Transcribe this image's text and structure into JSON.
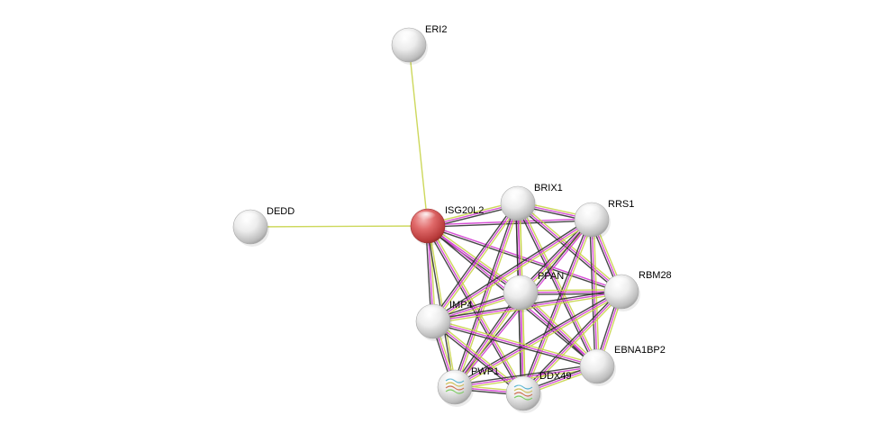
{
  "network": {
    "query_protein": "ISG20L2",
    "query_color": "#d94a4a",
    "node_color": "#e8e8e8",
    "nodes": [
      {
        "id": "ISG20L2",
        "label": "ISG20L2",
        "query": true,
        "structure": false
      },
      {
        "id": "ERI2",
        "label": "ERI2",
        "query": false,
        "structure": false
      },
      {
        "id": "DEDD",
        "label": "DEDD",
        "query": false,
        "structure": false
      },
      {
        "id": "BRIX1",
        "label": "BRIX1",
        "query": false,
        "structure": false
      },
      {
        "id": "RRS1",
        "label": "RRS1",
        "query": false,
        "structure": false
      },
      {
        "id": "PPAN",
        "label": "PPAN",
        "query": false,
        "structure": false
      },
      {
        "id": "RBM28",
        "label": "RBM28",
        "query": false,
        "structure": false
      },
      {
        "id": "IMP4",
        "label": "IMP4",
        "query": false,
        "structure": false
      },
      {
        "id": "EBNA1BP2",
        "label": "EBNA1BP2",
        "query": false,
        "structure": false
      },
      {
        "id": "PWP1",
        "label": "PWP1",
        "query": false,
        "structure": true
      },
      {
        "id": "DDX49",
        "label": "DDX49",
        "query": false,
        "structure": true
      }
    ],
    "evidence_colors": {
      "textmining": "#c8d44a",
      "experiments": "#d23cd2",
      "coexpression": "#333333",
      "database": "#39b8c8"
    },
    "edges": [
      {
        "source": "ISG20L2",
        "target": "ERI2",
        "evidence": [
          "textmining"
        ]
      },
      {
        "source": "ISG20L2",
        "target": "DEDD",
        "evidence": [
          "textmining"
        ]
      },
      {
        "source": "ISG20L2",
        "target": "BRIX1",
        "evidence": [
          "textmining",
          "experiments",
          "coexpression"
        ]
      },
      {
        "source": "ISG20L2",
        "target": "RRS1",
        "evidence": [
          "experiments",
          "coexpression"
        ]
      },
      {
        "source": "ISG20L2",
        "target": "PPAN",
        "evidence": [
          "textmining",
          "experiments",
          "coexpression"
        ]
      },
      {
        "source": "ISG20L2",
        "target": "RBM28",
        "evidence": [
          "experiments",
          "coexpression"
        ]
      },
      {
        "source": "ISG20L2",
        "target": "IMP4",
        "evidence": [
          "textmining",
          "experiments",
          "coexpression"
        ]
      },
      {
        "source": "ISG20L2",
        "target": "EBNA1BP2",
        "evidence": [
          "experiments",
          "coexpression"
        ]
      },
      {
        "source": "ISG20L2",
        "target": "PWP1",
        "evidence": [
          "textmining",
          "coexpression"
        ]
      },
      {
        "source": "ISG20L2",
        "target": "DDX49",
        "evidence": [
          "textmining",
          "experiments",
          "coexpression"
        ]
      },
      {
        "source": "BRIX1",
        "target": "RRS1",
        "evidence": [
          "textmining",
          "experiments",
          "coexpression"
        ]
      },
      {
        "source": "BRIX1",
        "target": "PPAN",
        "evidence": [
          "textmining",
          "experiments",
          "coexpression"
        ]
      },
      {
        "source": "BRIX1",
        "target": "RBM28",
        "evidence": [
          "textmining",
          "experiments",
          "coexpression"
        ]
      },
      {
        "source": "BRIX1",
        "target": "IMP4",
        "evidence": [
          "textmining",
          "experiments",
          "coexpression"
        ]
      },
      {
        "source": "BRIX1",
        "target": "EBNA1BP2",
        "evidence": [
          "textmining",
          "experiments",
          "coexpression"
        ]
      },
      {
        "source": "BRIX1",
        "target": "PWP1",
        "evidence": [
          "textmining",
          "experiments",
          "coexpression"
        ]
      },
      {
        "source": "BRIX1",
        "target": "DDX49",
        "evidence": [
          "textmining",
          "experiments",
          "coexpression"
        ]
      },
      {
        "source": "RRS1",
        "target": "PPAN",
        "evidence": [
          "textmining",
          "experiments",
          "coexpression"
        ]
      },
      {
        "source": "RRS1",
        "target": "RBM28",
        "evidence": [
          "textmining",
          "experiments",
          "coexpression"
        ]
      },
      {
        "source": "RRS1",
        "target": "IMP4",
        "evidence": [
          "textmining",
          "experiments",
          "coexpression"
        ]
      },
      {
        "source": "RRS1",
        "target": "EBNA1BP2",
        "evidence": [
          "textmining",
          "experiments",
          "coexpression"
        ]
      },
      {
        "source": "RRS1",
        "target": "PWP1",
        "evidence": [
          "experiments",
          "coexpression"
        ]
      },
      {
        "source": "RRS1",
        "target": "DDX49",
        "evidence": [
          "textmining",
          "experiments",
          "coexpression"
        ]
      },
      {
        "source": "PPAN",
        "target": "RBM28",
        "evidence": [
          "textmining",
          "experiments",
          "coexpression"
        ]
      },
      {
        "source": "PPAN",
        "target": "IMP4",
        "evidence": [
          "textmining",
          "experiments",
          "coexpression"
        ]
      },
      {
        "source": "PPAN",
        "target": "EBNA1BP2",
        "evidence": [
          "textmining",
          "experiments",
          "coexpression"
        ]
      },
      {
        "source": "PPAN",
        "target": "PWP1",
        "evidence": [
          "textmining",
          "experiments",
          "coexpression"
        ]
      },
      {
        "source": "PPAN",
        "target": "DDX49",
        "evidence": [
          "textmining",
          "experiments",
          "coexpression"
        ]
      },
      {
        "source": "RBM28",
        "target": "IMP4",
        "evidence": [
          "textmining",
          "experiments",
          "coexpression"
        ]
      },
      {
        "source": "RBM28",
        "target": "EBNA1BP2",
        "evidence": [
          "textmining",
          "experiments",
          "coexpression"
        ]
      },
      {
        "source": "RBM28",
        "target": "PWP1",
        "evidence": [
          "textmining",
          "experiments",
          "coexpression"
        ]
      },
      {
        "source": "RBM28",
        "target": "DDX49",
        "evidence": [
          "textmining",
          "experiments",
          "coexpression"
        ]
      },
      {
        "source": "IMP4",
        "target": "EBNA1BP2",
        "evidence": [
          "textmining",
          "experiments",
          "coexpression"
        ]
      },
      {
        "source": "IMP4",
        "target": "PWP1",
        "evidence": [
          "textmining",
          "experiments",
          "coexpression"
        ]
      },
      {
        "source": "IMP4",
        "target": "DDX49",
        "evidence": [
          "textmining",
          "experiments",
          "coexpression"
        ]
      },
      {
        "source": "EBNA1BP2",
        "target": "PWP1",
        "evidence": [
          "textmining",
          "experiments",
          "coexpression"
        ]
      },
      {
        "source": "EBNA1BP2",
        "target": "DDX49",
        "evidence": [
          "textmining",
          "experiments",
          "coexpression"
        ]
      },
      {
        "source": "PWP1",
        "target": "DDX49",
        "evidence": [
          "textmining",
          "experiments",
          "coexpression"
        ]
      }
    ]
  }
}
